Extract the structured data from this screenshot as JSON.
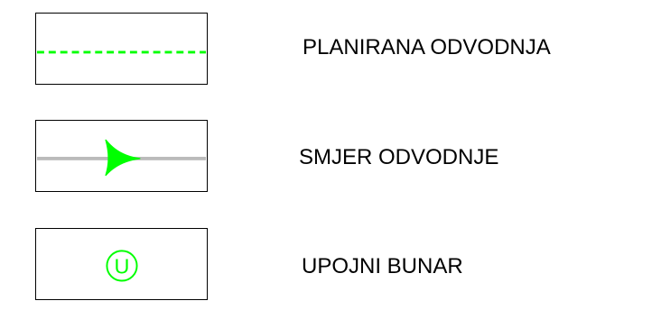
{
  "legend": {
    "items": [
      {
        "label": "PLANIRANA ODVODNJA",
        "symbol": "dashed-line-icon",
        "color": "#00ff00"
      },
      {
        "label": "SMJER ODVODNJE",
        "symbol": "flow-arrow-icon",
        "color": "#00ff00",
        "line_color": "#bbbbbb"
      },
      {
        "label": "UPOJNI BUNAR",
        "symbol": "circle-letter-icon",
        "glyph": "U",
        "color": "#00ff00"
      }
    ]
  }
}
